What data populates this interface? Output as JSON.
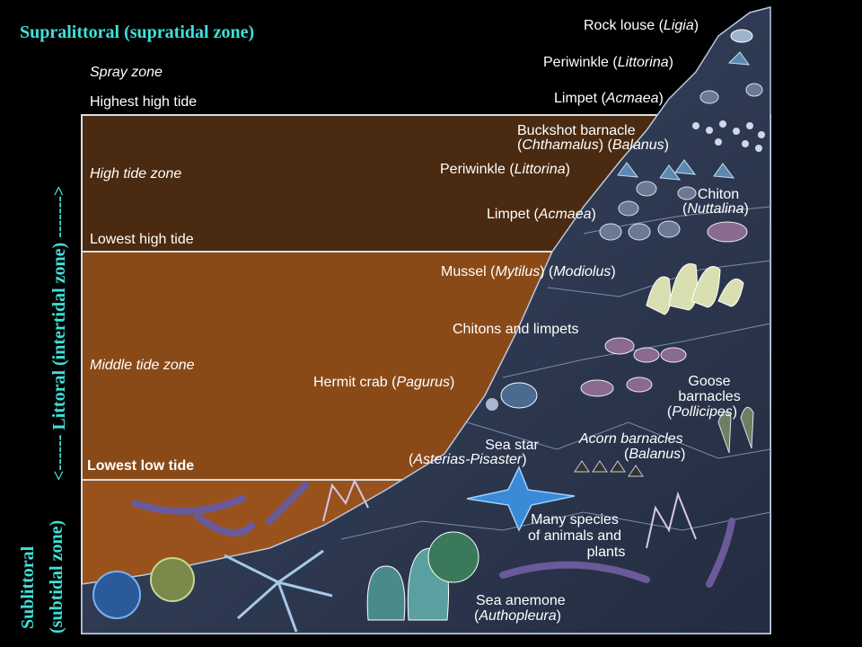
{
  "headings": {
    "supralittoral": "Supralittoral (supratidal zone)",
    "littoral": "<------ Littoral (intertidal zone) ------->",
    "sublittoral_1": "Sublittoral",
    "sublittoral_2": "(subtidal zone)"
  },
  "zones": {
    "spray": "Spray zone",
    "highest_high": "Highest high tide",
    "high_tide": "High tide zone",
    "lowest_high": "Lowest high tide",
    "middle_tide": "Middle tide zone",
    "lowest_low": "Lowest low tide"
  },
  "organisms": {
    "rock_louse": {
      "common": "Rock louse (",
      "sci": "Ligia",
      "end": ")"
    },
    "periwinkle_top": {
      "common": "Periwinkle (",
      "sci": "Littorina",
      "end": ")"
    },
    "limpet_top": {
      "common": "Limpet (",
      "sci": "Acmaea",
      "end": ")"
    },
    "buckshot": {
      "line1": "Buckshot barnacle",
      "open": "(",
      "sci1": "Chthamalus",
      "mid": ") (",
      "sci2": "Balanus",
      "end": ")"
    },
    "periwinkle_high": {
      "common": "Periwinkle (",
      "sci": "Littorina",
      "end": ")"
    },
    "chiton": {
      "line1": "Chiton",
      "open": "(",
      "sci": "Nuttalina",
      "end": ")"
    },
    "limpet_high": {
      "common": "Limpet (",
      "sci": "Acmaea",
      "end": ")"
    },
    "mussel": {
      "common": "Mussel (",
      "sci1": "Mytilus",
      "mid": ") (",
      "sci2": "Modiolus",
      "end": ")"
    },
    "chitons_limpets": "Chitons and limpets",
    "hermit_crab": {
      "common": "Hermit crab (",
      "sci": "Pagurus",
      "end": ")"
    },
    "goose": {
      "line1": "Goose",
      "line2": "barnacles",
      "open": "(",
      "sci": "Pollicipes",
      "end": ")"
    },
    "sea_star": {
      "line1": "Sea star",
      "open": "(",
      "sci": "Asterias-Pisaster",
      "end": ")"
    },
    "acorn": {
      "line1": "Acorn barnacles",
      "open": "(",
      "sci": "Balanus",
      "end": ")"
    },
    "many_species": {
      "line1": "Many species",
      "line2": "of animals and",
      "line3": "plants"
    },
    "sea_anemone": {
      "line1": "Sea anemone",
      "open": "(",
      "sci": "Authopleura",
      "end": ")"
    }
  },
  "colors": {
    "high_tide_zone": "#4a2a10",
    "middle_tide_zone": "#8a4a18",
    "sublittoral_zone": "#9a521c",
    "rock": "#2e3b55",
    "heading": "#3fe0d8"
  }
}
